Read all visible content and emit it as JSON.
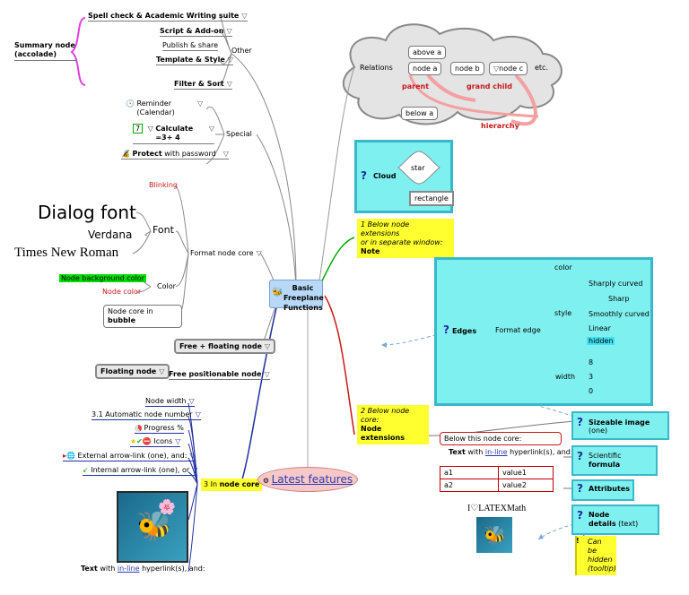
{
  "root": {
    "title": "Basic Freeplane Functions"
  },
  "other": {
    "label": "Other",
    "summary": "Summary node (accolade)",
    "items": [
      "Spell check & Academic Writing suite",
      "Script & Add-on",
      "Publish & share",
      "Template & Style",
      "Filter & Sort"
    ]
  },
  "special": {
    "label": "Special",
    "reminder": "Reminder (Calendar)",
    "calc_num": "7",
    "calculate": "Calculate =3+ 4",
    "protect_bold": "Protect",
    "protect_rest": "with password"
  },
  "format": {
    "label": "Format node core",
    "blinking": "Blinking",
    "font": "Font",
    "dialog": "Dialog font",
    "verdana": "Verdana",
    "times": "Times New Roman",
    "color": "Color",
    "bg_color": "Node background color",
    "node_color": "Node color",
    "bubble1": "Node core in",
    "bubble2": "bubble"
  },
  "free_floating": "Free + floating node",
  "floating_node": "Floating node",
  "free_positionable": "Free positionable node",
  "in_node_core": {
    "label_num": "3 In",
    "label_bold": "node core",
    "items": [
      "Node width",
      "3.1 Automatic node number",
      "Progress %",
      "Icons",
      "External arrow-link (one), and:",
      "Internal arrow-link (one), or"
    ],
    "text_prefix": "Text",
    "text_with": "with",
    "text_link": "in-line",
    "text_suffix": "hyperlink(s), and:"
  },
  "latest": "Latest features",
  "relations": {
    "label": "Relations",
    "above": "above a",
    "node_a": "node a",
    "node_b": "node b",
    "node_c": "node c",
    "etc": "etc.",
    "parent": "parent",
    "grand_child": "grand child",
    "below": "below a",
    "hierarchy": "hierarchy"
  },
  "cloud": {
    "label": "Cloud",
    "star": "star",
    "rectangle": "rectangle"
  },
  "extensions_note": {
    "line1": "1 Below node extensions",
    "line2": "or in separate window:",
    "line3": "Note"
  },
  "edges": {
    "label": "Edges",
    "format_edge": "Format edge",
    "color": "color",
    "style": "style",
    "sharply": "Sharply curved",
    "sharp": "Sharp",
    "smoothly": "Smoothly curved",
    "linear": "Linear",
    "hidden": "hidden",
    "width": "width",
    "w8": "8",
    "w3": "3",
    "w0": "0"
  },
  "node_extensions": {
    "line1": "2 Below node",
    "line2": "core:",
    "line3": "Node extensions"
  },
  "below_core": {
    "title": "Below this node core:",
    "text_prefix": "Text",
    "text_with": "with",
    "text_link": "in-line",
    "text_suffix": "hyperlink(s), and:",
    "rows": [
      [
        "a1",
        "value1"
      ],
      [
        "a2",
        "value2"
      ]
    ],
    "latex": "I♡LATEXMath"
  },
  "right_items": {
    "sizeable": "Sizeable image",
    "sizeable_suffix": "(one)",
    "scientific1": "Scientific",
    "scientific2": "formula",
    "attributes": "Attributes",
    "details1": "Node",
    "details2": "details",
    "details_suffix": "(text)",
    "hidden1": "Can be",
    "hidden2": "hidden",
    "hidden3": "(tooltip)"
  },
  "colors": {
    "cyan": "#7ff0f0",
    "cyan_border": "#38b8c8",
    "yellow": "#ffff30",
    "root_bg": "#b8d8f8",
    "green": "#00dd00",
    "pink": "#f8c8c8"
  }
}
